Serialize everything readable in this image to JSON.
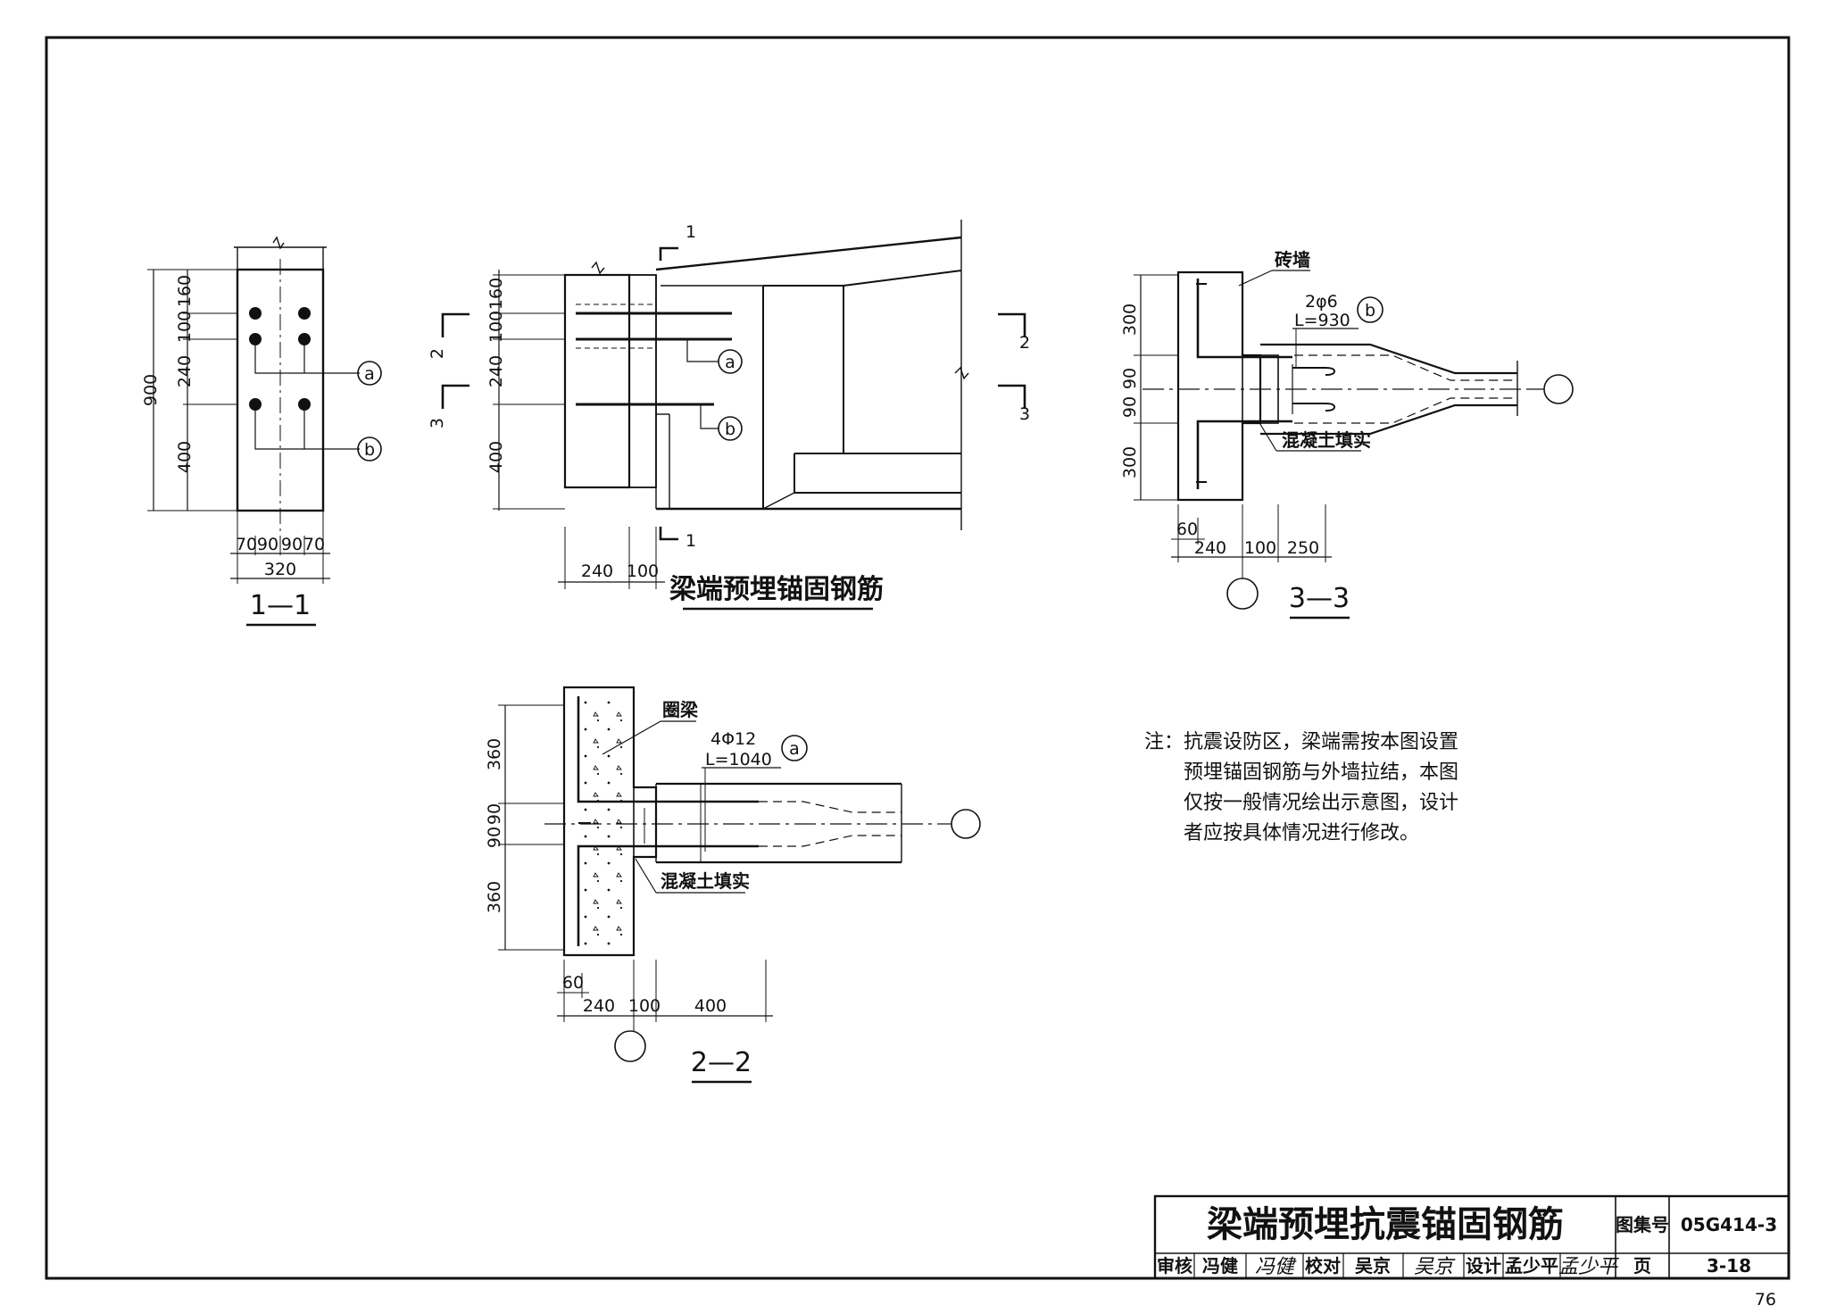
{
  "section_views": {
    "s11": {
      "title": "1—1"
    },
    "s22": {
      "title": "2—2"
    },
    "s33": {
      "title": "3—3"
    },
    "elevation": {
      "title": "梁端预埋锚固钢筋"
    }
  },
  "cut_marks": {
    "c1": "1",
    "c2": "2",
    "c3": "3"
  },
  "callouts": {
    "a": "a",
    "b": "b"
  },
  "dimensions": {
    "s11_left": [
      "160",
      "100",
      "240",
      "400"
    ],
    "s11_total": "900",
    "s11_bottom": [
      "70",
      "90",
      "90",
      "70"
    ],
    "s11_width": "320",
    "elev_left": [
      "160",
      "100",
      "240",
      "400"
    ],
    "elev_bottom": [
      "240",
      "100"
    ],
    "s33_left": [
      "300",
      "90",
      "90",
      "300"
    ],
    "s33_bottom": [
      "60",
      "240",
      "100",
      "250"
    ],
    "s22_left": [
      "360",
      "90",
      "90",
      "360"
    ],
    "s22_bottom": [
      "60",
      "240",
      "100",
      "400"
    ]
  },
  "rebar_labels": {
    "s33_spec": "2φ6",
    "s33_length": "L=930",
    "s22_spec": "4Φ12",
    "s22_length": "L=1040"
  },
  "material_labels": {
    "brick_wall": "砖墙",
    "concrete_fill": "混凝土填实",
    "ring_beam": "圈梁"
  },
  "note": {
    "lines": [
      "注：抗震设防区，梁端需按本图设置",
      "预埋锚固钢筋与外墙拉结，本图",
      "仅按一般情况绘出示意图，设计",
      "者应按具体情况进行修改。"
    ]
  },
  "title_block": {
    "title": "梁端预埋抗震锚固钢筋",
    "atlas_label": "图集号",
    "atlas_no": "05G414-3",
    "review_label": "审核",
    "review_name": "冯健",
    "review_sign": "冯健",
    "check_label": "校对",
    "check_name": "吴京",
    "check_sign": "吴京",
    "design_label": "设计",
    "design_name": "孟少平",
    "design_sign": "孟少平",
    "page_label": "页",
    "page_no": "3-18"
  },
  "sheet_number": "76"
}
